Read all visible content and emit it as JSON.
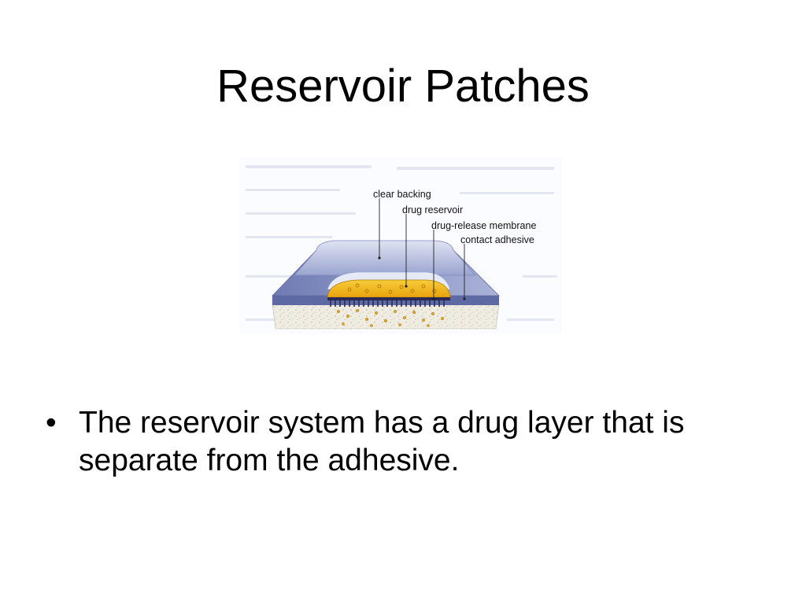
{
  "slide": {
    "title": "Reservoir Patches",
    "diagram": {
      "labels": {
        "backing": "clear backing",
        "reservoir": "drug reservoir",
        "membrane": "drug-release membrane",
        "adhesive": "contact adhesive"
      },
      "colors": {
        "backing": "#8a95c4",
        "backing_light": "#c9cfe8",
        "reservoir": "#f2b418",
        "membrane": "#2a2a55",
        "skin": "#ece8dc",
        "particles": "#d9a520"
      }
    },
    "bullets": [
      {
        "mark": "•",
        "text": "The reservoir system has a drug layer that is separate from the adhesive."
      }
    ]
  }
}
